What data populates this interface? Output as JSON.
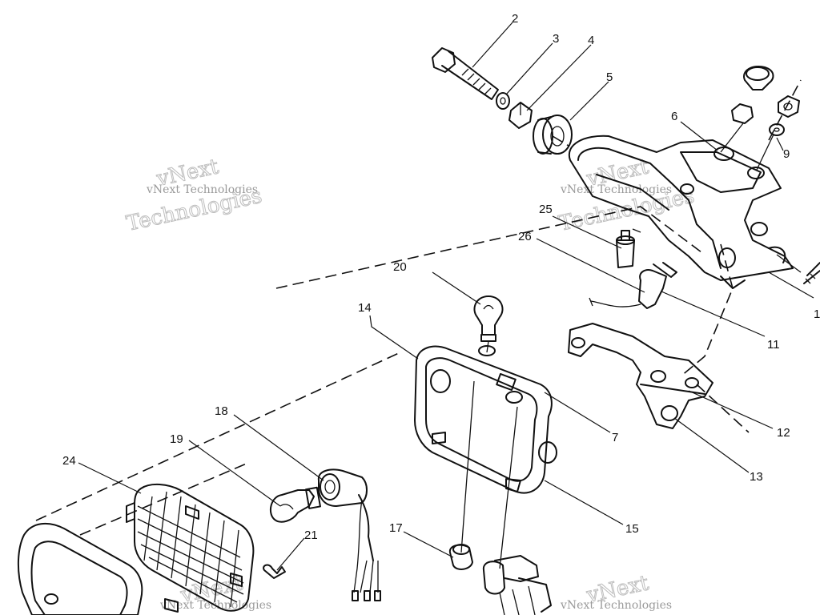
{
  "watermark": {
    "big": [
      "vNext",
      "Technologies"
    ],
    "small": "vNext Technologies"
  },
  "callouts": [
    "2",
    "3",
    "4",
    "5",
    "6",
    "9",
    "25",
    "26",
    "20",
    "14",
    "11",
    "12",
    "13",
    "7",
    "15",
    "18",
    "19",
    "24",
    "17",
    "21",
    "1"
  ]
}
